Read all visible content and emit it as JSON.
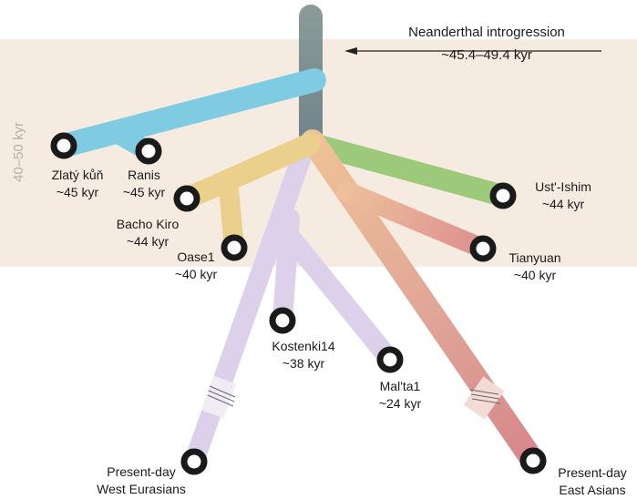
{
  "band_label": "40–50 kyr",
  "annotation": {
    "title": "Neanderthal introgression",
    "age": "~45.4–49.4 kyr"
  },
  "nodes": {
    "zlaty_kun": {
      "name": "Zlatý kůň",
      "age": "~45 kyr"
    },
    "ranis": {
      "name": "Ranis",
      "age": "~45 kyr"
    },
    "bacho_kiro": {
      "name": "Bacho Kiro",
      "age": "~44 kyr"
    },
    "oase1": {
      "name": "Oase1",
      "age": "~40 kyr"
    },
    "ust_ishim": {
      "name": "Ust'-Ishim",
      "age": "~44 kyr"
    },
    "tianyuan": {
      "name": "Tianyuan",
      "age": "~40 kyr"
    },
    "kostenki14": {
      "name": "Kostenki14",
      "age": "~38 kyr"
    },
    "malta1": {
      "name": "Mal'ta1",
      "age": "~24 kyr"
    },
    "west_eurasians": {
      "line1": "Present-day",
      "line2": "West Eurasians"
    },
    "east_asians": {
      "line1": "Present-day",
      "line2": "East Asians"
    }
  },
  "colors": {
    "band": "#f6ebe0",
    "trunk": "#7d9296",
    "zlaty_lineage": "#7ecbe2",
    "bacho_lineage": "#ead08c",
    "ust_ishim_lineage": "#9cc97a",
    "west_lineage": "#ddd0ea",
    "east_lineage_top": "#eebd96",
    "east_lineage_bottom": "#d98a8a",
    "node": "#1a1a1a"
  }
}
